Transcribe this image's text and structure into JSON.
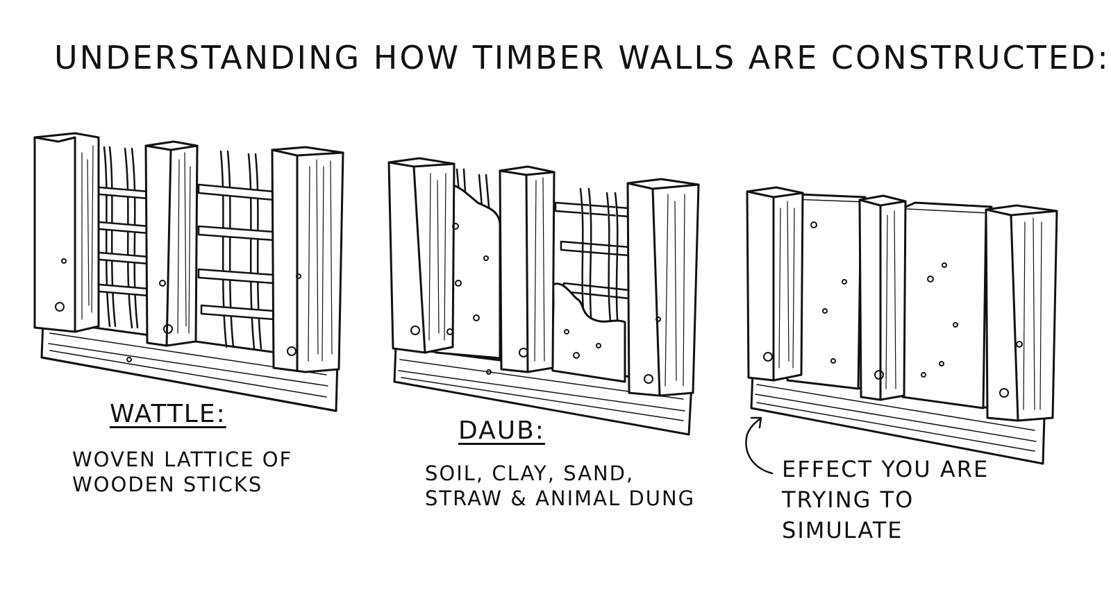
{
  "title": "UNDERSTANDING HOW TIMBER WALLS ARE CONSTRUCTED:",
  "panels": [
    {
      "heading": "WATTLE:",
      "description": "WOVEN LATTICE OF WOODEN STICKS"
    },
    {
      "heading": "DAUB:",
      "description": "SOIL, CLAY, SAND, STRAW & ANIMAL DUNG"
    },
    {
      "heading": "",
      "description": "EFFECT YOU ARE TRYING TO SIMULATE"
    }
  ],
  "colors": {
    "ink": "#111111",
    "paper": "#ffffff"
  }
}
